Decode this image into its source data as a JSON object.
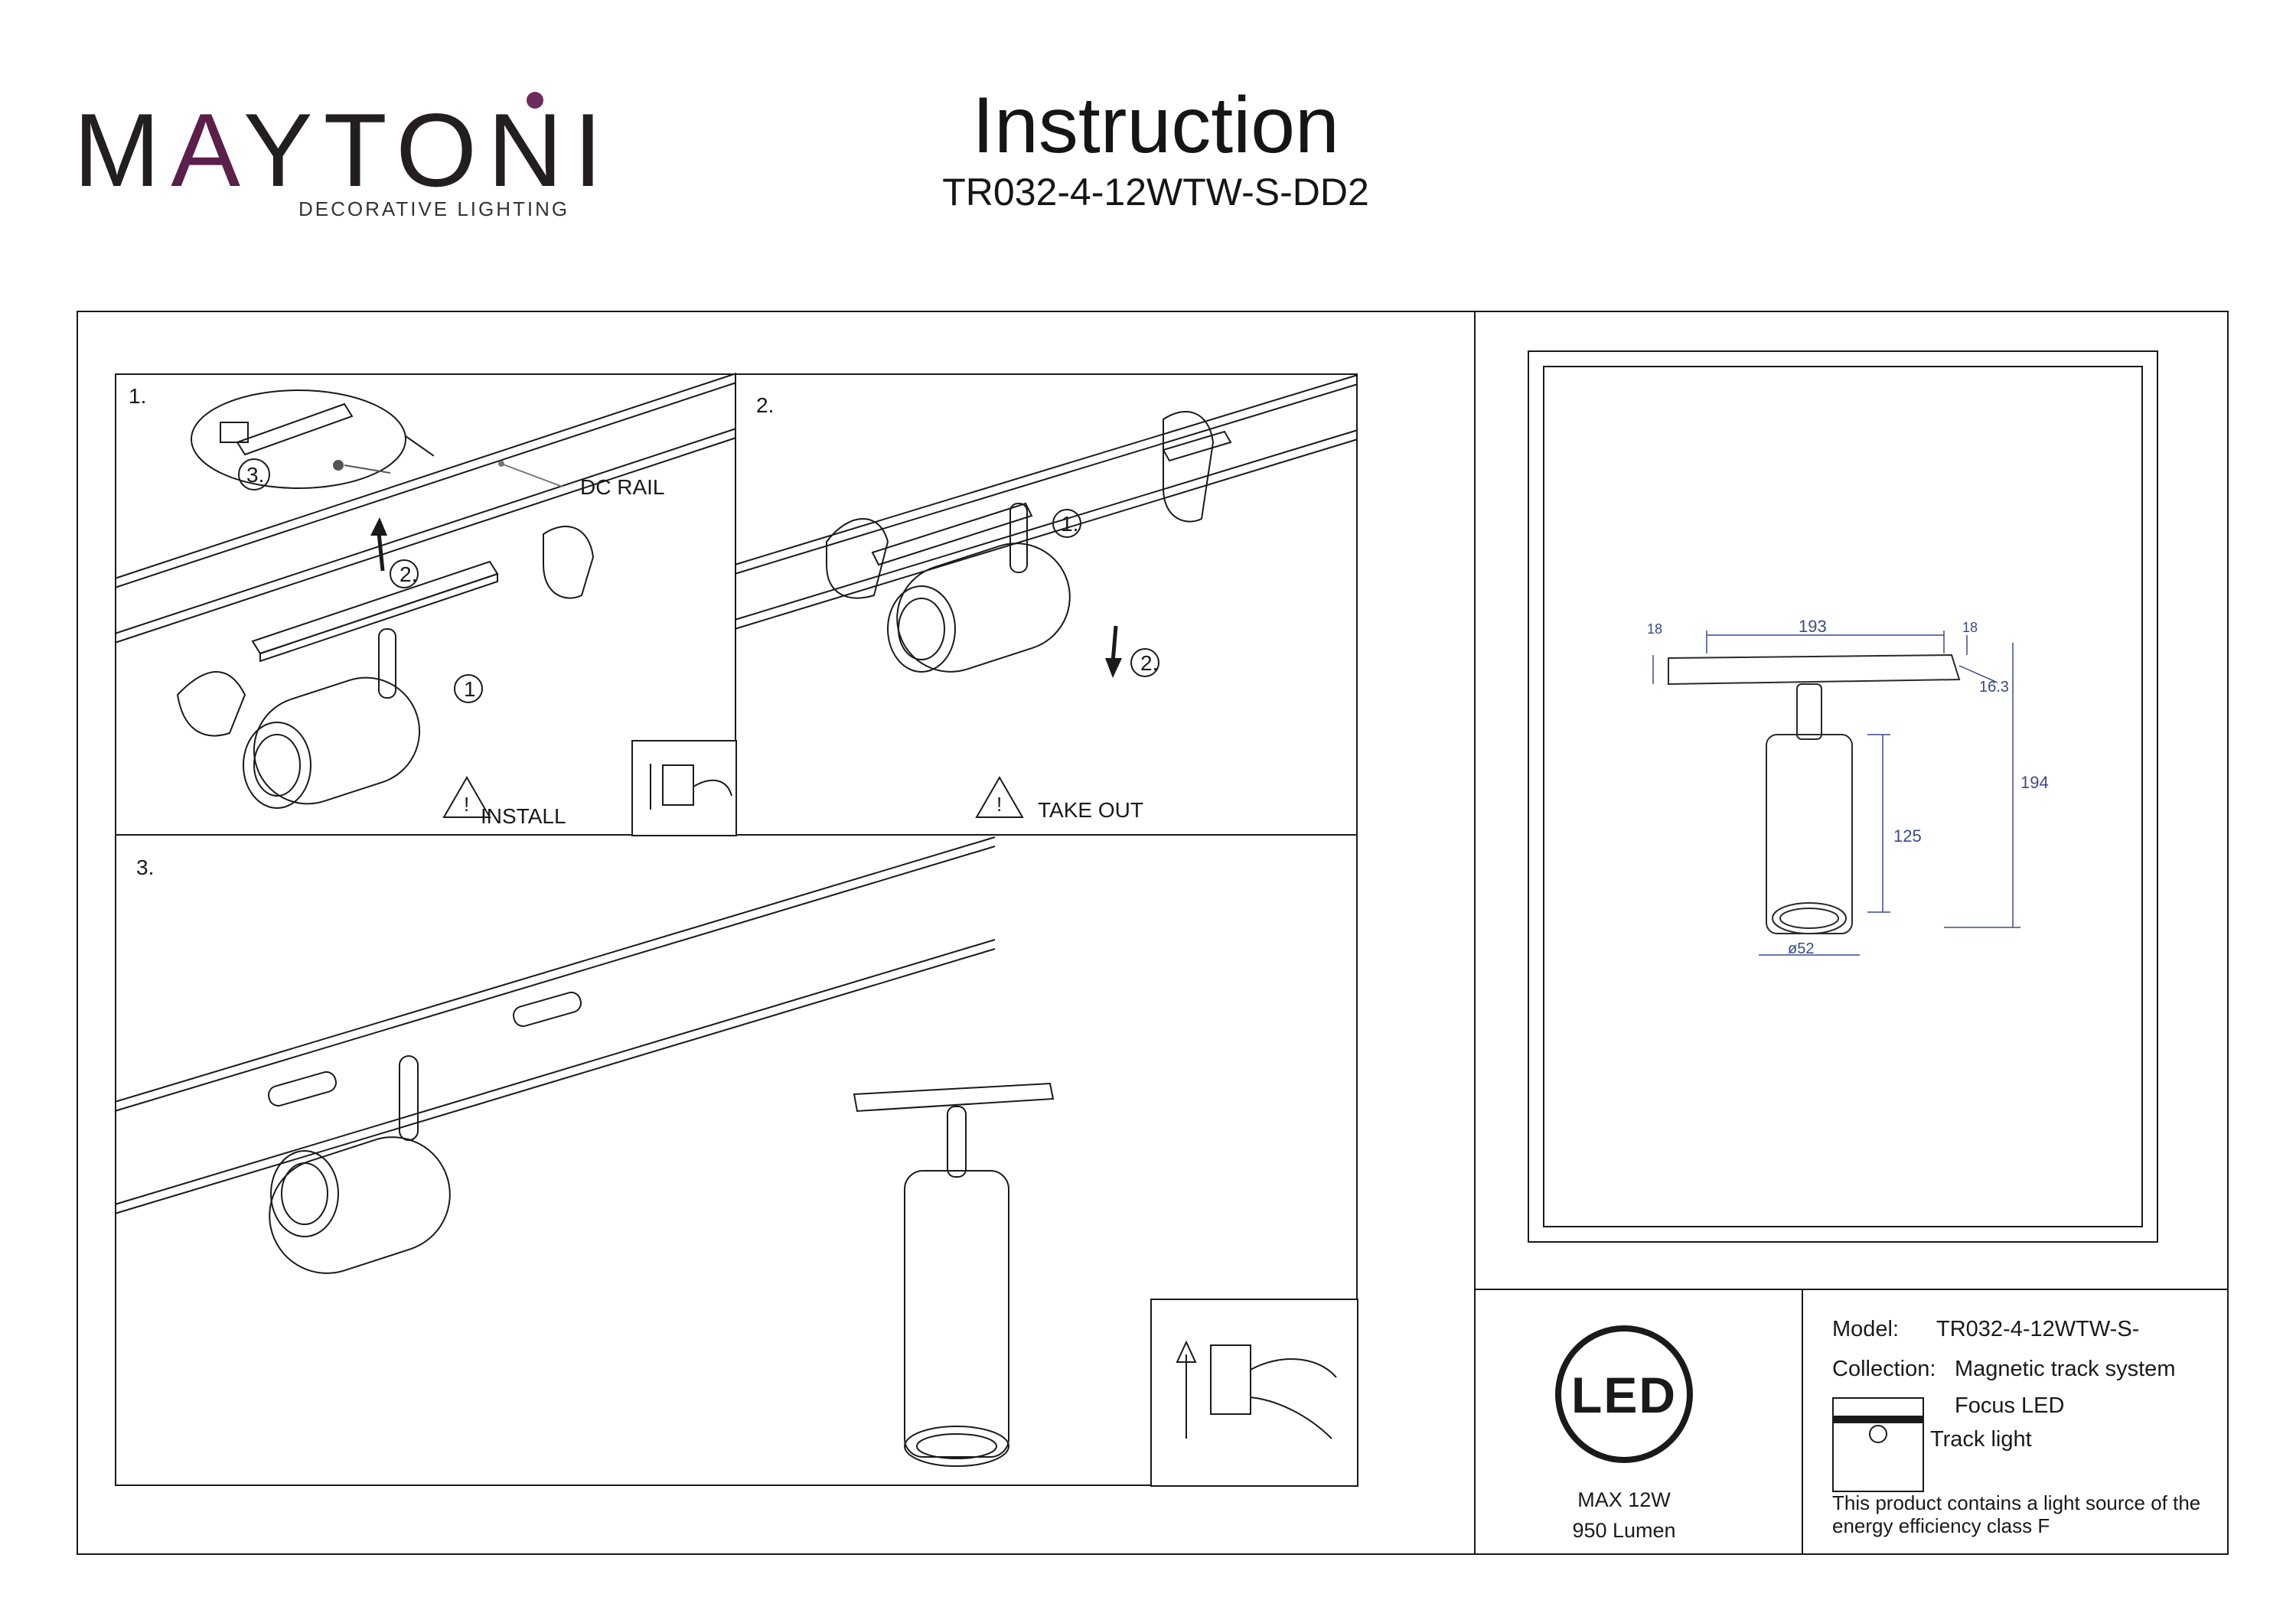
{
  "brand": {
    "name_part1": "M",
    "name_accent": "A",
    "name_part2": "YTON",
    "name_part3": "I",
    "tagline": "DECORATIVE LIGHTING"
  },
  "header": {
    "title": "Instruction",
    "model_code": "TR032-4-12WTW-S-DD2"
  },
  "steps": {
    "step1": {
      "number": "1.",
      "rail_label": "DC RAIL",
      "callout_1": "1",
      "callout_2": "2.",
      "callout_3": "3.",
      "action": "INSTALL",
      "warning_symbol": "!"
    },
    "step2": {
      "number": "2.",
      "callout_1": "1.",
      "callout_2": "2.",
      "action": "TAKE OUT",
      "warning_symbol": "!"
    },
    "step3": {
      "number": "3."
    }
  },
  "dimensions": {
    "width": "193",
    "end_left": "18",
    "end_right": "18",
    "depth": "16.3",
    "total_height": "194",
    "body_height": "125",
    "diameter": "ø52"
  },
  "led_badge": {
    "text": "LED",
    "power": "MAX 12W",
    "lumen": "950 Lumen"
  },
  "product_info": {
    "model_label": "Model:",
    "model_value": "TR032-4-12WTW-S-",
    "collection_label": "Collection:",
    "collection_value": "Magnetic track system",
    "collection_value_2": "Focus LED",
    "type": "Track light",
    "energy_note_1": "This product contains a light source of the",
    "energy_note_2": "energy efficiency class F"
  },
  "colors": {
    "line": "#1a1a1a",
    "brand_accent": "#5a1f4a",
    "dimension_ink": "#3a4a8a"
  },
  "icons": {
    "warning": "warning-triangle-icon",
    "switch_off": "power-switch-off-icon",
    "switch_on": "power-switch-on-icon",
    "led": "led-badge-icon",
    "track_light": "track-light-icon"
  }
}
